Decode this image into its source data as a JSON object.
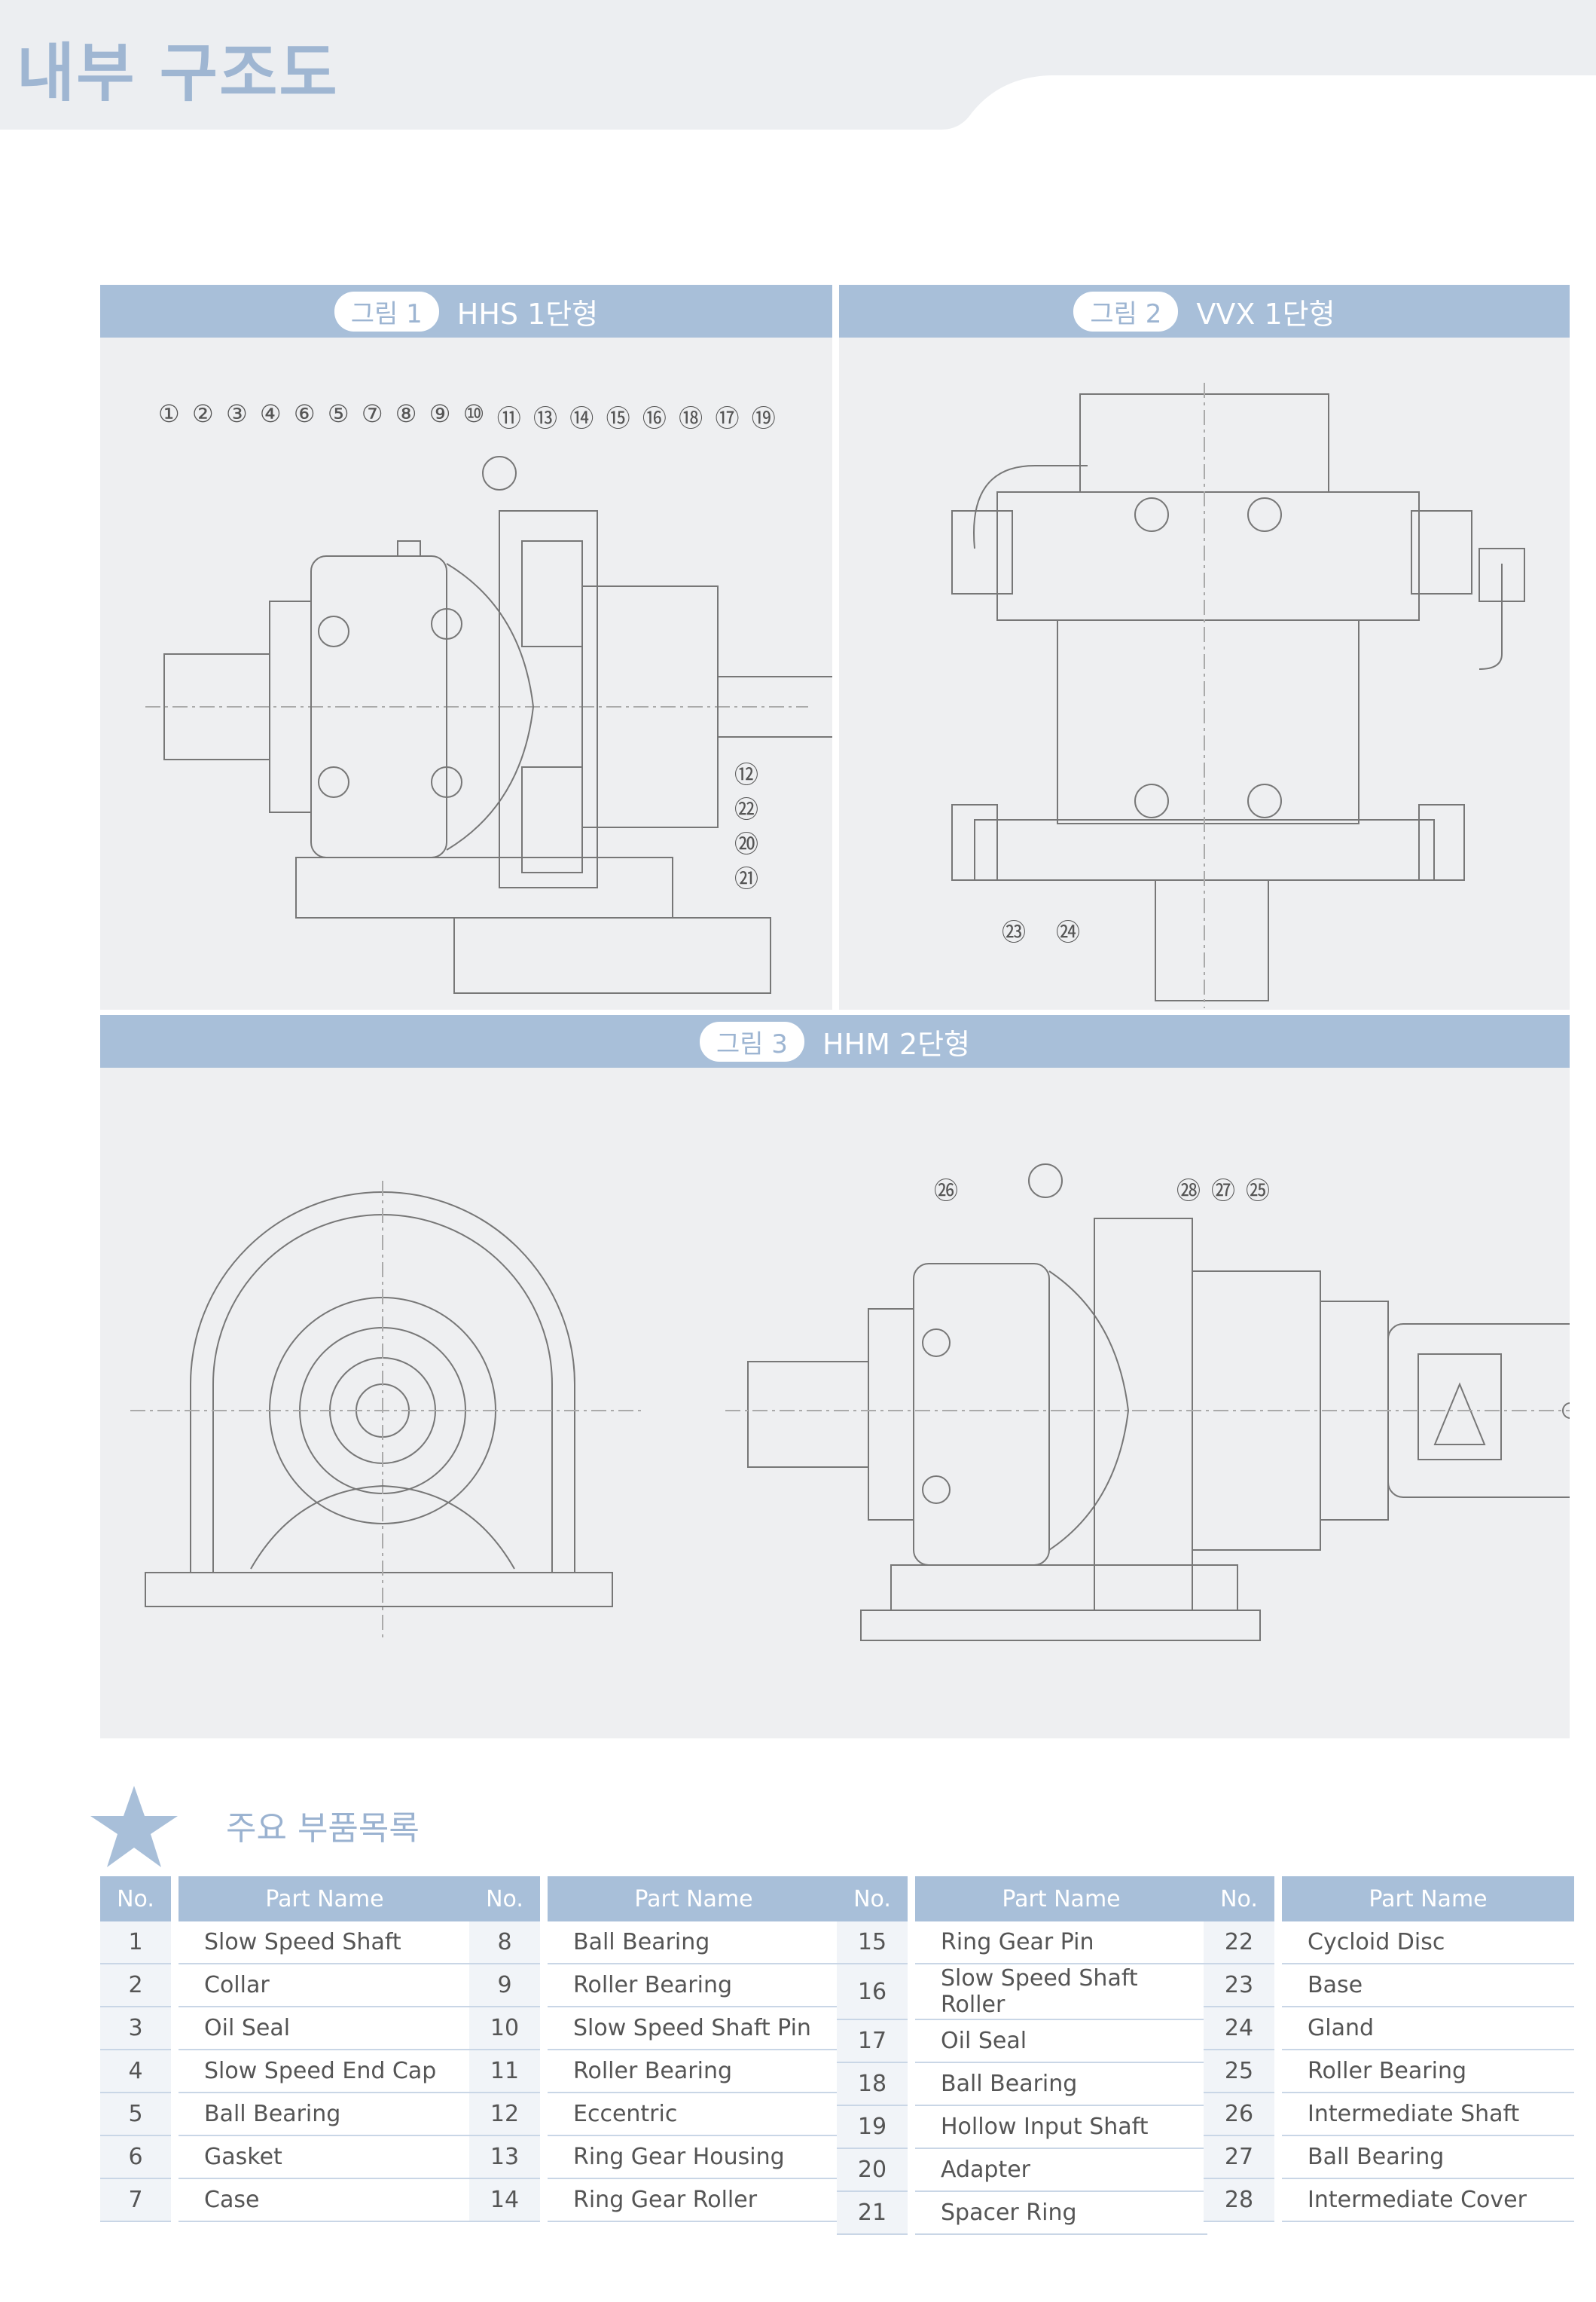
{
  "header": {
    "title": "내부 구조도"
  },
  "figures": [
    {
      "tag": "그림 1",
      "label": "HHS 1단형",
      "callouts_top": [
        "①",
        "②",
        "③",
        "④",
        "⑥",
        "⑤",
        "⑦",
        "⑧",
        "⑨",
        "⑩",
        "⑪",
        "⑬",
        "⑭",
        "⑮",
        "⑯",
        "⑱",
        "⑰",
        "⑲"
      ],
      "callouts_right": [
        "⑫",
        "㉒",
        "⑳",
        "㉑"
      ]
    },
    {
      "tag": "그림 2",
      "label": "VVX 1단형",
      "callouts_bottom": [
        "㉓",
        "㉔"
      ]
    },
    {
      "tag": "그림 3",
      "label": "HHM 2단형",
      "callouts_top": [
        "㉖",
        "㉘",
        "㉗",
        "㉕"
      ]
    }
  ],
  "parts_section": {
    "title": "주요 부품목록"
  },
  "parts_table": {
    "col_no": "No.",
    "col_name": "Part Name",
    "columns": [
      [
        {
          "no": "1",
          "name": "Slow Speed Shaft"
        },
        {
          "no": "2",
          "name": "Collar"
        },
        {
          "no": "3",
          "name": "Oil Seal"
        },
        {
          "no": "4",
          "name": "Slow Speed End Cap"
        },
        {
          "no": "5",
          "name": "Ball Bearing"
        },
        {
          "no": "6",
          "name": "Gasket"
        },
        {
          "no": "7",
          "name": "Case"
        }
      ],
      [
        {
          "no": "8",
          "name": "Ball Bearing"
        },
        {
          "no": "9",
          "name": "Roller Bearing"
        },
        {
          "no": "10",
          "name": "Slow Speed Shaft Pin"
        },
        {
          "no": "11",
          "name": "Roller Bearing"
        },
        {
          "no": "12",
          "name": "Eccentric"
        },
        {
          "no": "13",
          "name": "Ring Gear Housing"
        },
        {
          "no": "14",
          "name": "Ring Gear Roller"
        }
      ],
      [
        {
          "no": "15",
          "name": "Ring Gear Pin"
        },
        {
          "no": "16",
          "name": "Slow Speed Shaft Roller"
        },
        {
          "no": "17",
          "name": "Oil Seal"
        },
        {
          "no": "18",
          "name": "Ball Bearing"
        },
        {
          "no": "19",
          "name": "Hollow Input Shaft"
        },
        {
          "no": "20",
          "name": "Adapter"
        },
        {
          "no": "21",
          "name": "Spacer Ring"
        }
      ],
      [
        {
          "no": "22",
          "name": "Cycloid Disc"
        },
        {
          "no": "23",
          "name": "Base"
        },
        {
          "no": "24",
          "name": "Gland"
        },
        {
          "no": "25",
          "name": "Roller Bearing"
        },
        {
          "no": "26",
          "name": "Intermediate Shaft"
        },
        {
          "no": "27",
          "name": "Ball Bearing"
        },
        {
          "no": "28",
          "name": "Intermediate Cover"
        }
      ]
    ]
  },
  "colors": {
    "accent": "#a8bfd9",
    "title": "#9fb6d2",
    "panel": "#eeeff1"
  },
  "icons": [
    "star-icon"
  ]
}
